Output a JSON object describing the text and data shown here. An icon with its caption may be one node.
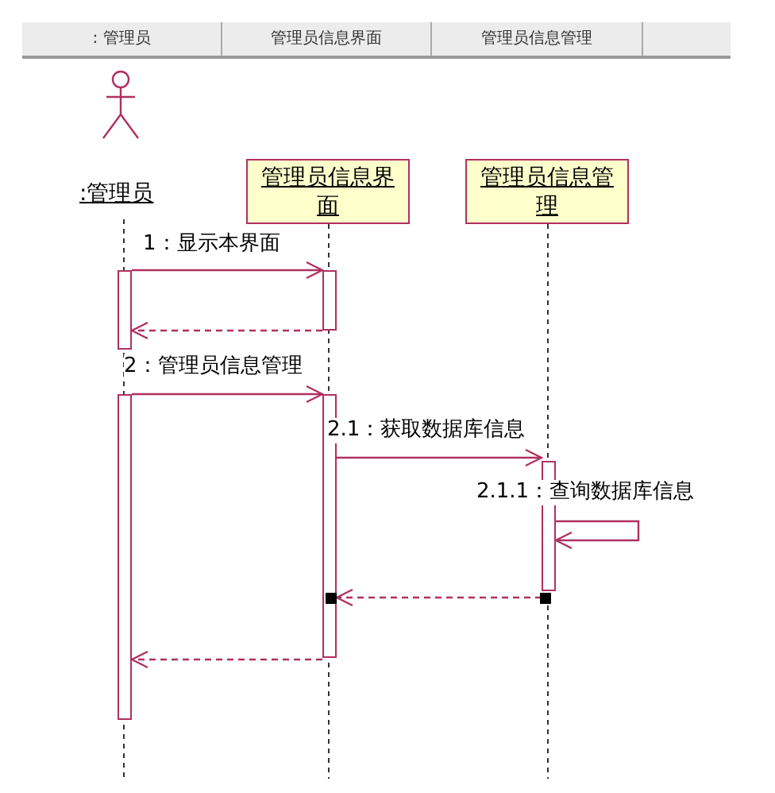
{
  "diagram": {
    "nodes": [
      {
        "text": [],
        "shape": "person",
        "beside": [
          ":管理员"
        ]
      },
      {
        "text": [
          "管理员信息界面"
        ]
      },
      {
        "text": [
          "管理员信息管理"
        ]
      },
      {
        "text": [],
        "shape": "bar"
      },
      {
        "text": [],
        "shape": "bar"
      },
      {
        "text": [],
        "shape": "bar"
      },
      {
        "text": [],
        "shape": "bar"
      },
      {
        "text": [],
        "shape": "bar"
      }
    ],
    "edges": [
      {
        "from": 3,
        "to": 4,
        "arrow": "to",
        "label": "1：显示本界面"
      },
      {
        "from": 4,
        "to": 3,
        "arrow": "to",
        "style": "dashed"
      },
      {
        "from": 5,
        "to": 6,
        "arrow": "to",
        "label": "2：管理员信息管理"
      },
      {
        "from": 6,
        "to": 7,
        "arrow": "to",
        "label": "2.1：获取数据库信息"
      },
      {
        "from": 7,
        "to": 7,
        "arrow": "to",
        "label": "2.1.1：查询数据库信息"
      },
      {
        "from": 7,
        "to": 6,
        "arrow": "to",
        "style": "dashed"
      },
      {
        "from": 6,
        "to": 5,
        "arrow": "to",
        "style": "dashed"
      }
    ],
    "labels": [
      ": 管理员",
      "管理员信息界面",
      "管理员信息管理"
    ]
  }
}
